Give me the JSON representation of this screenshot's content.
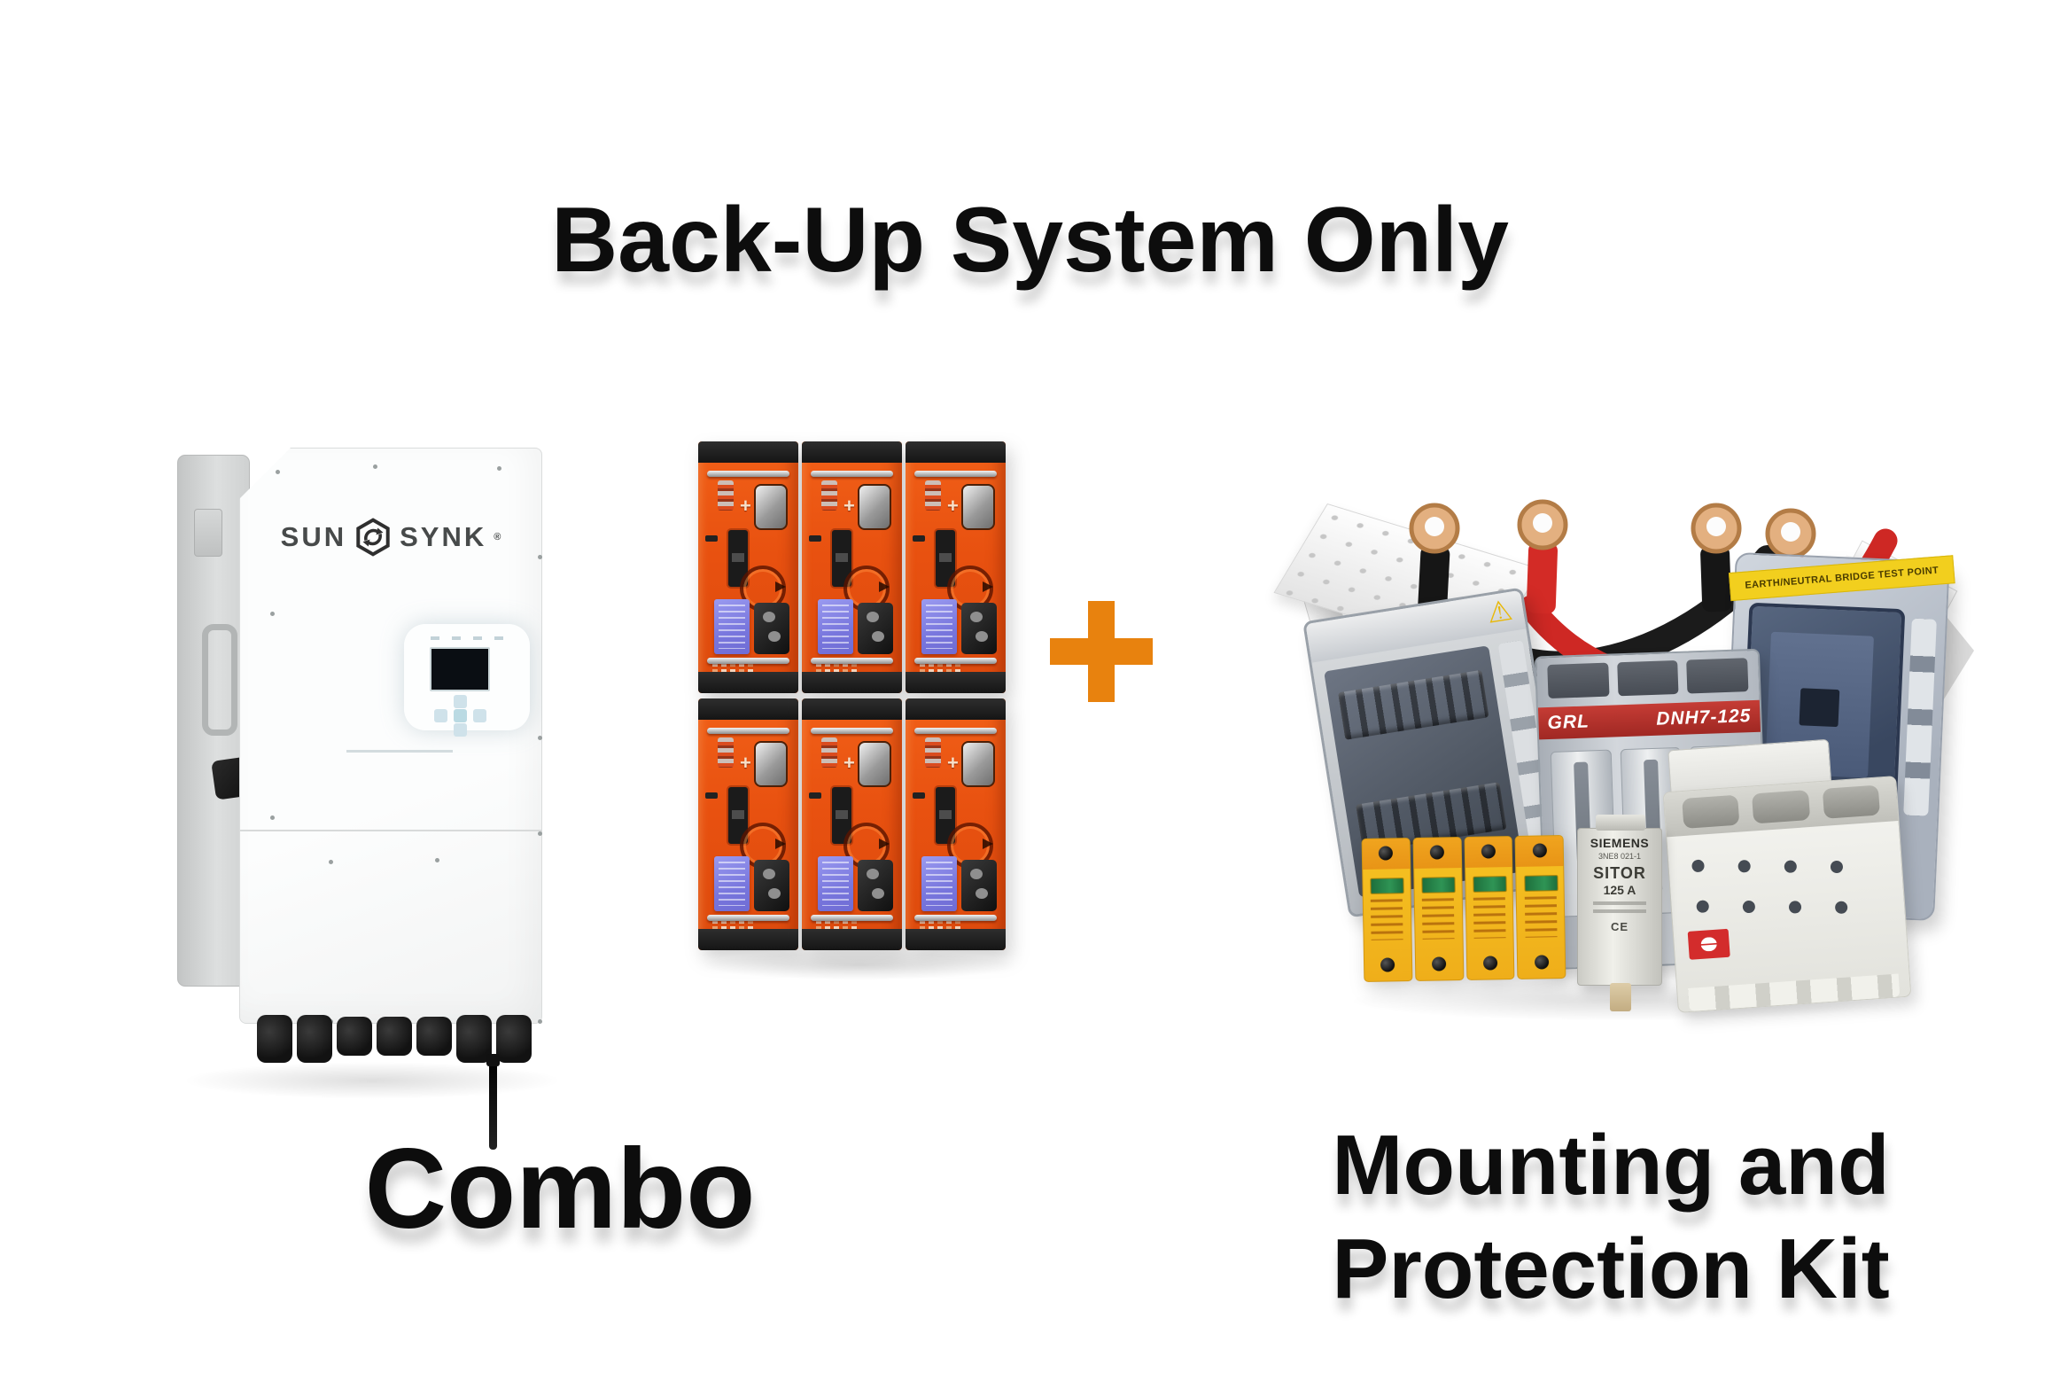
{
  "title": "Back-Up System Only",
  "combo_label": "Combo",
  "kit_label": {
    "line1": "Mounting and",
    "line2": "Protection Kit"
  },
  "inverter": {
    "brand_sun": "SUN",
    "brand_synk": "SYNK",
    "reg_mark": "®"
  },
  "battery": {
    "terminal_plus": "+",
    "count": 6
  },
  "kit": {
    "fuse": {
      "brand": "SIEMENS",
      "model": "3NE8 021-1",
      "series": "SITOR",
      "rating": "125 A",
      "ce_mark": "CE"
    },
    "fuse_holder": {
      "brand": "GRL",
      "model": "DNH7-125"
    },
    "enclosure_label": "EARTH/NEUTRAL BRIDGE TEST POINT",
    "warning_icon": "⚠"
  },
  "colors": {
    "accent_orange": "#E8820E",
    "battery_orange": "#E85110",
    "battery_label_blue": "#7876DD",
    "spd_yellow": "#F3B81C",
    "enclosure_blue": "#44546F",
    "banner_red": "#C53C35",
    "text_black": "#0D0D0D"
  }
}
